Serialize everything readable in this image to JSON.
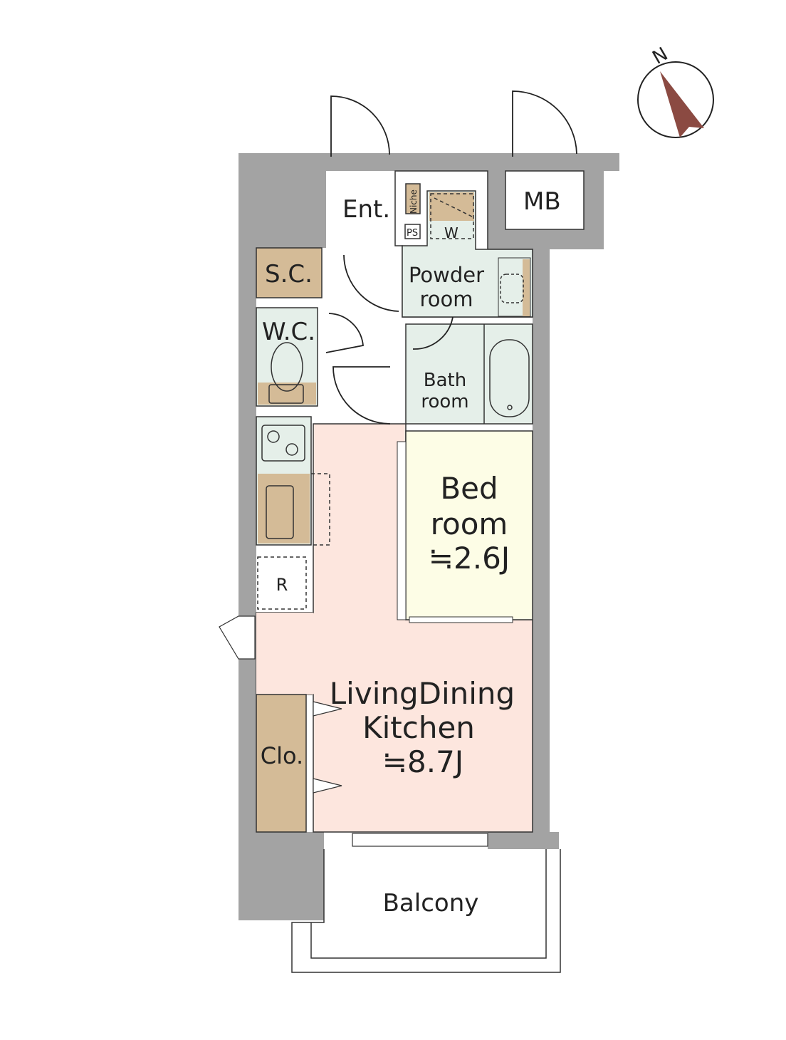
{
  "compass": {
    "label": "N"
  },
  "rooms": {
    "entrance": "Ent.",
    "niche": "Niche",
    "pipe_space": "PS",
    "washer": "W",
    "meter_box": "MB",
    "shoe_closet": "S.C.",
    "powder_line1": "Powder",
    "powder_line2": "room",
    "wc": "W.C.",
    "bath_line1": "Bath",
    "bath_line2": "room",
    "bed_line1": "Bed",
    "bed_line2": "room",
    "bed_size": "≒2.6J",
    "fridge": "R",
    "ldk_line1": "LivingDining",
    "ldk_line2": "Kitchen",
    "ldk_size": "≒8.7J",
    "closet": "Clo.",
    "balcony": "Balcony"
  },
  "colors": {
    "wall": "#a3a3a3",
    "storage": "#d4bb97",
    "wet": "#e5efe9",
    "living": "#fde6de",
    "bedroom": "#fdfde6",
    "compass": "#8b4a42"
  }
}
